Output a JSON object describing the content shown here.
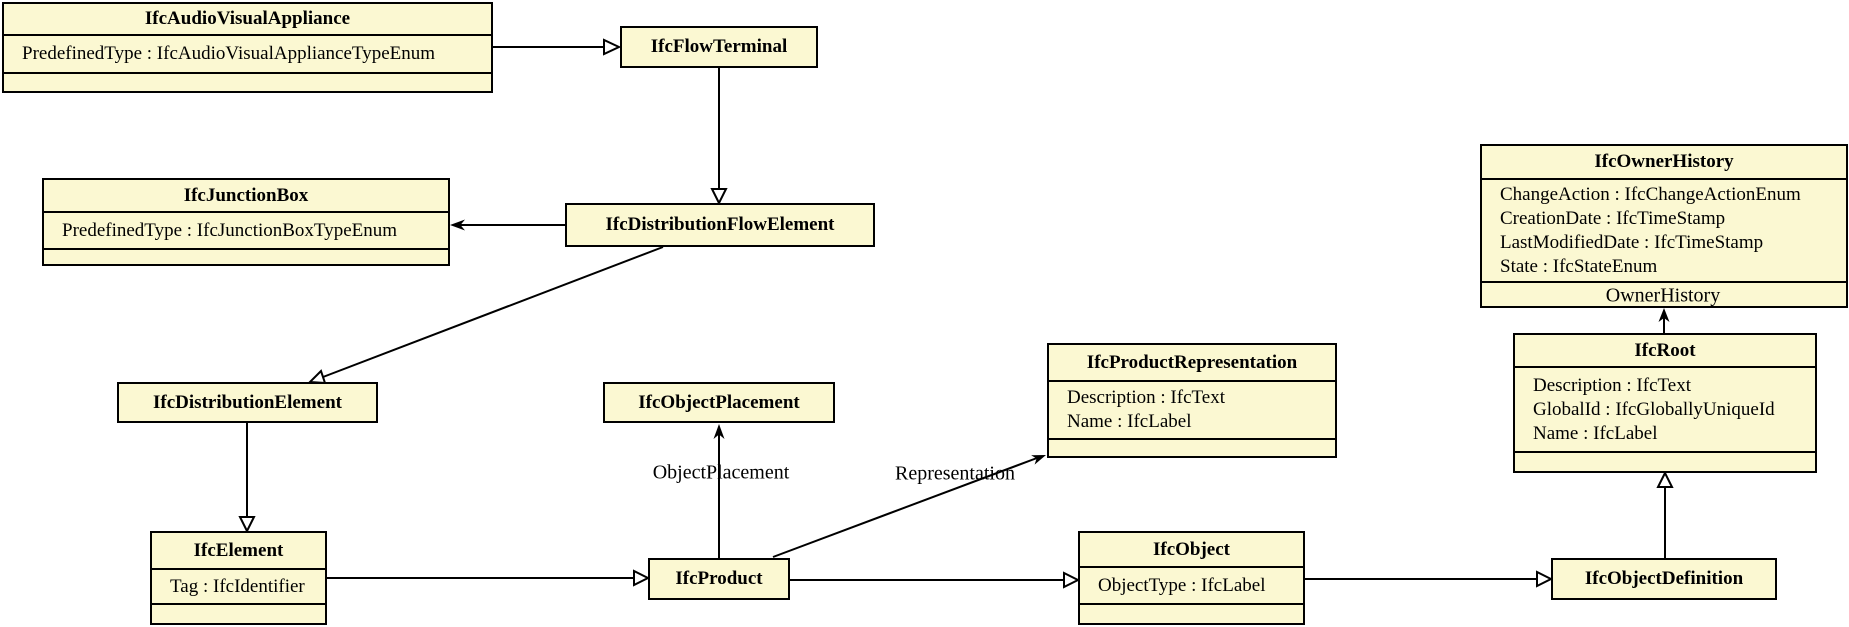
{
  "diagram": {
    "type": "uml-class-diagram",
    "colors": {
      "node_fill": "#fbf8d2",
      "node_border": "#000000",
      "line": "#000000",
      "background": "#ffffff"
    },
    "nodes": {
      "audio_visual_appliance": {
        "title": "IfcAudioVisualAppliance",
        "attributes": [
          "PredefinedType : IfcAudioVisualApplianceTypeEnum"
        ]
      },
      "flow_terminal": {
        "title": "IfcFlowTerminal",
        "attributes": []
      },
      "junction_box": {
        "title": "IfcJunctionBox",
        "attributes": [
          "PredefinedType : IfcJunctionBoxTypeEnum"
        ]
      },
      "distribution_flow_element": {
        "title": "IfcDistributionFlowElement",
        "attributes": []
      },
      "owner_history": {
        "title": "IfcOwnerHistory",
        "attributes": [
          "ChangeAction : IfcChangeActionEnum",
          "CreationDate : IfcTimeStamp",
          "LastModifiedDate : IfcTimeStamp",
          "State : IfcStateEnum"
        ]
      },
      "product_representation": {
        "title": "IfcProductRepresentation",
        "attributes": [
          "Description : IfcText",
          "Name : IfcLabel"
        ]
      },
      "object_placement": {
        "title": "IfcObjectPlacement",
        "attributes": []
      },
      "root": {
        "title": "IfcRoot",
        "attributes": [
          "Description : IfcText",
          "GlobalId : IfcGloballyUniqueId",
          "Name : IfcLabel"
        ]
      },
      "distribution_element": {
        "title": "IfcDistributionElement",
        "attributes": []
      },
      "element": {
        "title": "IfcElement",
        "attributes": [
          "Tag : IfcIdentifier"
        ]
      },
      "product": {
        "title": "IfcProduct",
        "attributes": []
      },
      "object": {
        "title": "IfcObject",
        "attributes": [
          "ObjectType : IfcLabel"
        ]
      },
      "object_definition": {
        "title": "IfcObjectDefinition",
        "attributes": []
      }
    },
    "edge_labels": {
      "object_placement": "ObjectPlacement",
      "representation": "Representation",
      "owner_history": "OwnerHistory"
    }
  }
}
